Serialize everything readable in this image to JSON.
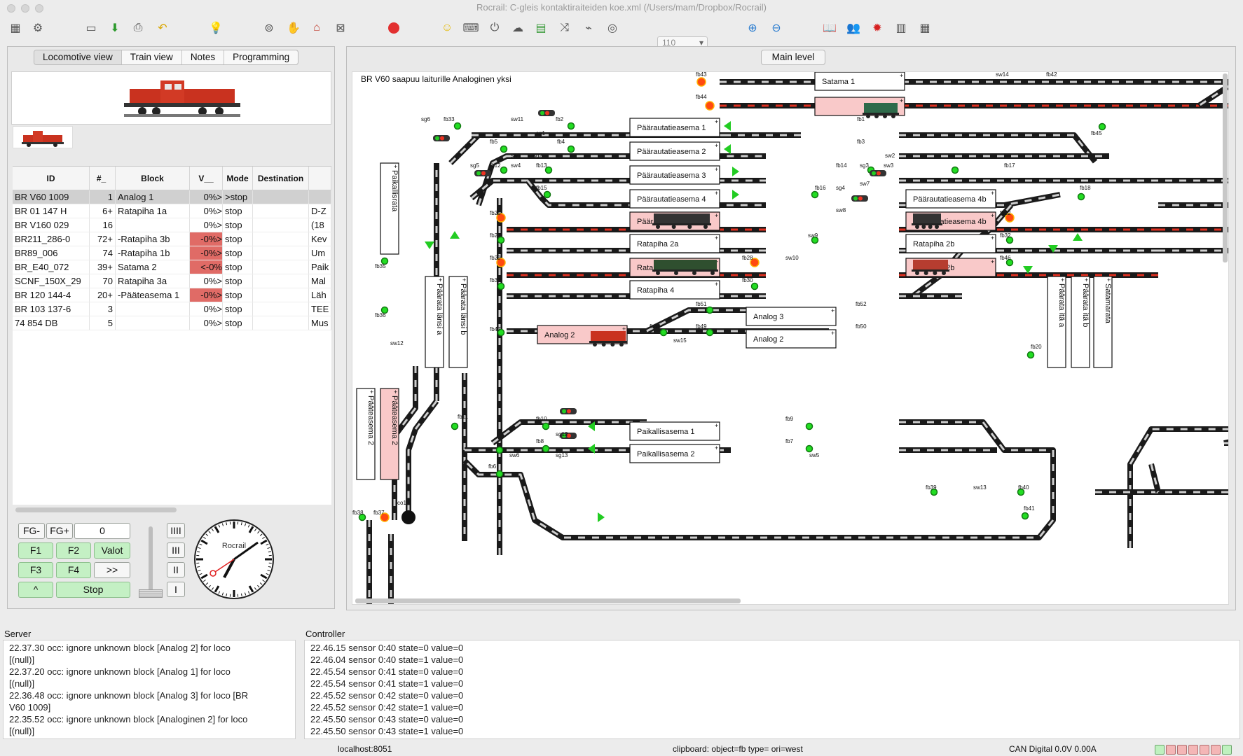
{
  "window": {
    "title": "Rocrail: C-gleis kontaktiraiteiden koe.xml (/Users/mam/Dropbox/Rocrail)"
  },
  "toolbar": {
    "zoom_value": "110",
    "icons": [
      "tracks-icon",
      "settings-icon",
      "folder-icon",
      "download-icon",
      "print-icon",
      "undo-icon",
      "bulb-icon",
      "controller-icon",
      "hand-icon",
      "house-icon",
      "close-icon",
      "stop-record-icon",
      "smile-icon",
      "keyboard-icon",
      "power-icon",
      "cloud-icon",
      "grid-icon",
      "shuffle-icon",
      "usb-icon",
      "dial-icon",
      "zoom-in-icon",
      "zoom-out-icon",
      "book-icon",
      "people-icon",
      "gear-red-icon",
      "document-icon",
      "calculator-icon"
    ]
  },
  "left": {
    "tabs": [
      "Locomotive view",
      "Train view",
      "Notes",
      "Programming"
    ],
    "columns": [
      "ID",
      "#_",
      "Block",
      "V__",
      "Mode",
      "Destination"
    ],
    "rows": [
      {
        "id": "BR V60 1009",
        "num": "1",
        "block": "Analog 1",
        "v": "0%>",
        "mode": ">stop",
        "dest": "",
        "extra": ""
      },
      {
        "id": "BR 01 147 H",
        "num": "6+",
        "block": "Ratapiha 1a",
        "v": "0%>",
        "mode": "stop",
        "dest": "",
        "extra": "D-Z"
      },
      {
        "id": "BR V160 029",
        "num": "16",
        "block": "",
        "v": "0%>",
        "mode": "stop",
        "dest": "",
        "extra": "(18"
      },
      {
        "id": "BR211_286-0",
        "num": "72+",
        "block": "-Ratapiha 3b",
        "v": "-0%>",
        "mode": "stop",
        "dest": "",
        "extra": "Kev"
      },
      {
        "id": "BR89_006",
        "num": "74",
        "block": "-Ratapiha 1b",
        "v": "-0%>",
        "mode": "stop",
        "dest": "",
        "extra": "Um"
      },
      {
        "id": "BR_E40_072",
        "num": "39+",
        "block": "Satama 2",
        "v": "<-0%",
        "mode": "stop",
        "dest": "",
        "extra": "Paik"
      },
      {
        "id": "SCNF_150X_29",
        "num": "70",
        "block": "Ratapiha 3a",
        "v": "0%>",
        "mode": "stop",
        "dest": "",
        "extra": "Mal"
      },
      {
        "id": "BR 120 144-4",
        "num": "20+",
        "block": "-Pääteasema 1",
        "v": "-0%>",
        "mode": "stop",
        "dest": "",
        "extra": "Läh"
      },
      {
        "id": "BR 103 137-6",
        "num": "3",
        "block": "",
        "v": "0%>",
        "mode": "stop",
        "dest": "",
        "extra": "TEE"
      },
      {
        "id": "74 854 DB",
        "num": "5",
        "block": "",
        "v": "0%>",
        "mode": "stop",
        "dest": "",
        "extra": "Mus"
      }
    ],
    "controls": {
      "fg_minus": "FG-",
      "fg_plus": "FG+",
      "speed": "0",
      "f1": "F1",
      "f2": "F2",
      "valot": "Valot",
      "f3": "F3",
      "f4": "F4",
      "more": ">>",
      "up": "^",
      "stop": "Stop",
      "gear_iiii": "IIII",
      "gear_iii": "III",
      "gear_ii": "II",
      "gear_i": "I",
      "clock_brand": "Rocrail"
    }
  },
  "main": {
    "tab": "Main level",
    "message": "BR V60 saapuu laiturille Analoginen yksi",
    "blocks": {
      "satama1": "Satama 1",
      "p1": "Päärautatieasema 1",
      "p2": "Päärautatieasema 2",
      "p3": "Päärautatieasema 3",
      "p4": "Päärautatieasema 4",
      "p4b": "Päärautatieasema 4b",
      "r2a": "Ratapiha 2a",
      "r2b": "Ratapiha 2b",
      "r4": "Ratapiha 4",
      "a3": "Analog 3",
      "a2": "Analog 2",
      "pa1": "Paikallisasema 1",
      "pa2": "Paikallisasema 2",
      "paikallisrata": "Paikallisrata",
      "plansi_a": "Päärata länsi a",
      "plansi_b": "Päärata länsi b",
      "paate2": "Pääteasema 2",
      "pita_a": "Päärata itä a",
      "pita_b": "Päärata itä b",
      "satamarata": "Satamarata"
    },
    "labels": [
      "fb43",
      "fb44",
      "sw14",
      "fb42",
      "sg6",
      "fb33",
      "sw11",
      "fb2",
      "fb1",
      "fb45",
      "fb5",
      "fb4",
      "sg1",
      "sw1",
      "sg2",
      "fb3",
      "sw2",
      "sg5",
      "fb12",
      "sw4",
      "fb13",
      "fb14",
      "sg3",
      "sw3",
      "fb17",
      "fb15",
      "fb16",
      "sg4",
      "sw7",
      "fb18",
      "fb25",
      "sw8",
      "fb22",
      "fb27",
      "sw9",
      "fb32",
      "fb29",
      "fb28",
      "sw10",
      "fb46",
      "fb31",
      "fb30",
      "fb35",
      "fb36",
      "sw12",
      "fb51",
      "fb52",
      "fb47",
      "fb48",
      "fb49",
      "sw15",
      "fb50",
      "fb11",
      "fb20",
      "fb10",
      "fb9",
      "sg12",
      "fb8",
      "fb7",
      "sg13",
      "sw6",
      "sw5",
      "fb6",
      "fb39",
      "sw13",
      "fb40",
      "fb41",
      "fb38",
      "fb37",
      "co1"
    ]
  },
  "server": {
    "title": "Server",
    "lines": [
      "22.37.30 occ: ignore unknown block [Analog 2] for loco",
      "[(null)]",
      "22.37.20 occ: ignore unknown block [Analog 1] for loco",
      "[(null)]",
      "22.36.48 occ: ignore unknown block [Analog 3] for loco [BR",
      "V60 1009]",
      "22.35.52 occ: ignore unknown block [Analoginen 2] for loco",
      "[(null)]"
    ]
  },
  "controller": {
    "title": "Controller",
    "lines": [
      "22.46.15 sensor 0:40 state=0 value=0",
      "22.46.04 sensor 0:40 state=1 value=0",
      "22.45.54 sensor 0:41 state=0 value=0",
      "22.45.54 sensor 0:41 state=1 value=0",
      "22.45.52 sensor 0:42 state=0 value=0",
      "22.45.52 sensor 0:42 state=1 value=0",
      "22.45.50 sensor 0:43 state=0 value=0",
      "22.45.50 sensor 0:43 state=1 value=0"
    ]
  },
  "statusbar": {
    "host": "localhost:8051",
    "clipboard": "clipboard: object=fb type= ori=west",
    "power": "CAN Digital 0.0V 0.00A"
  }
}
